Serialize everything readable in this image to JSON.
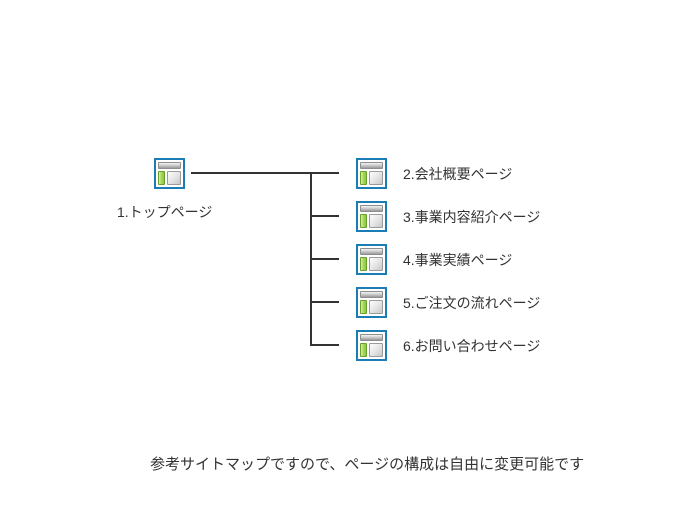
{
  "sitemap": {
    "root": {
      "label": "1.トップページ"
    },
    "children": [
      {
        "label": "2.会社概要ページ"
      },
      {
        "label": "3.事業内容紹介ページ"
      },
      {
        "label": "4.事業実績ページ"
      },
      {
        "label": "5.ご注文の流れページ"
      },
      {
        "label": "6.お問い合わせページ"
      }
    ]
  },
  "caption": "参考サイトマップですので、ページの構成は自由に変更可能です",
  "colors": {
    "background": "#ffffff",
    "connector_line": "#333333",
    "text": "#333333",
    "icon_border": "#1b7db5",
    "icon_sidebar_green": "#8dc63f",
    "icon_header_gray": "#9a9a9a"
  },
  "icons": {
    "node_icon": "page-icon"
  }
}
